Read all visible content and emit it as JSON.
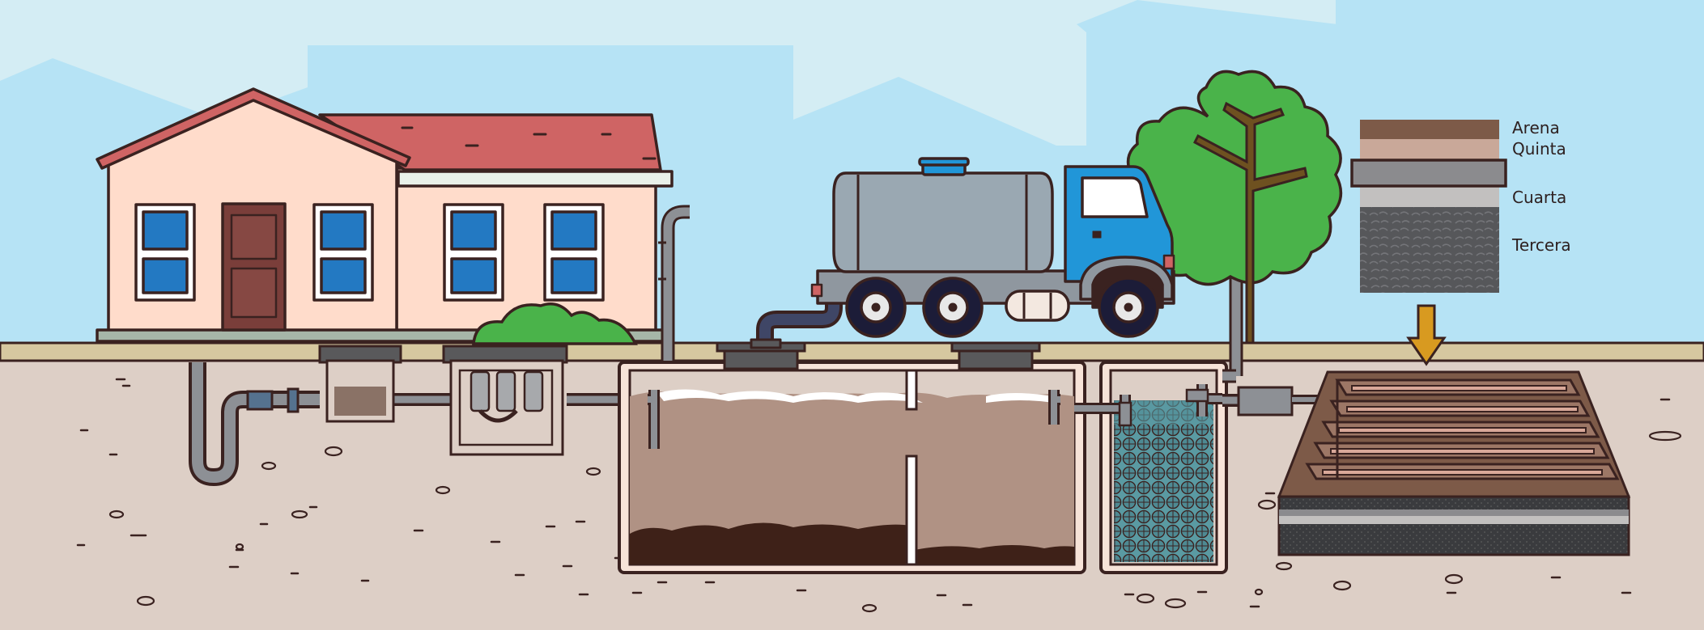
{
  "colors": {
    "sky": "#b6e3f5",
    "sky_light": "#d4edf4",
    "ground": "#ddcfc6",
    "outline": "#3a2220",
    "pipe": "#8d9095",
    "wall": "#ffdccb",
    "roof": "#cf6464",
    "window": "#2379c2",
    "door": "#7a3e3a",
    "tank_liquid": "#b09284",
    "sludge": "#3e2118",
    "filter_water": "#5a9aa2",
    "truck_cab": "#2196d8",
    "truck_tank": "#9aa8b2",
    "tree": "#4ab34a",
    "trunk": "#6e5120",
    "arrow": "#d89a20"
  },
  "filter_legend": {
    "layers": [
      {
        "label": "Arena",
        "color": "#7d5a48"
      },
      {
        "label": "Quinta",
        "color": "#c9a899"
      },
      {
        "label": "Cuarta",
        "color": "#c2c0bf"
      },
      {
        "label": "Tercera",
        "color": "#5b5c5f"
      }
    ]
  }
}
